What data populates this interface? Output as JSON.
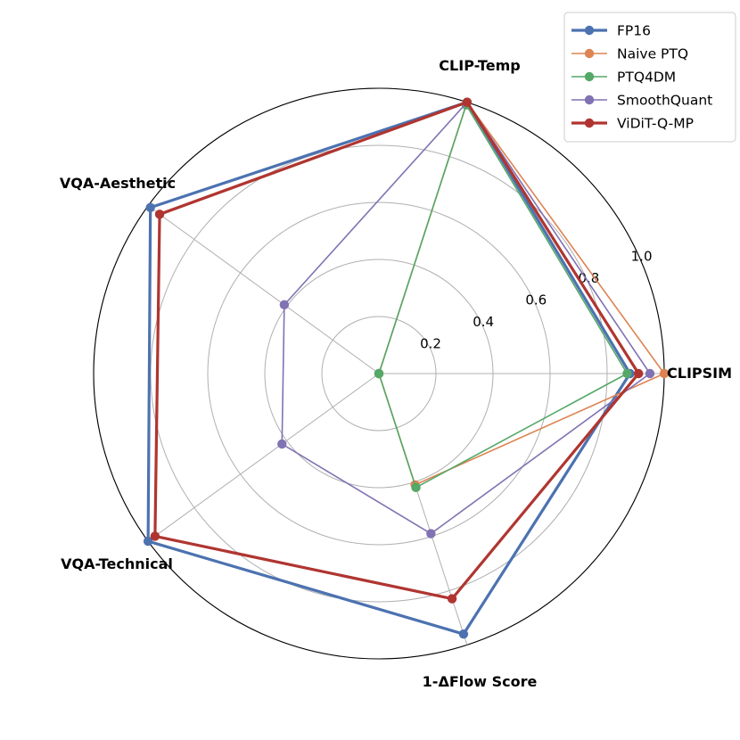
{
  "chart_data": {
    "type": "radar",
    "axes": [
      "CLIPSIM",
      "CLIP-Temp",
      "VQA-Aesthetic",
      "VQA-Technical",
      "1-ΔFlow Score"
    ],
    "rlim": [
      0,
      1.0
    ],
    "radial_ticks": [
      0.2,
      0.4,
      0.6,
      0.8,
      1.0
    ],
    "radial_tick_labels": [
      "0.2",
      "0.4",
      "0.6",
      "0.8",
      "1.0"
    ],
    "grid": true,
    "legend_position": "top-right",
    "series": [
      {
        "name": "FP16",
        "color": "#4c72b0",
        "line_width": 3.2,
        "values": [
          0.88,
          1.0,
          0.99,
          1.0,
          0.96
        ]
      },
      {
        "name": "Naive PTQ",
        "color": "#dd8452",
        "line_width": 1.6,
        "values": [
          1.0,
          1.0,
          0.0,
          0.0,
          0.41
        ]
      },
      {
        "name": "PTQ4DM",
        "color": "#55a868",
        "line_width": 1.6,
        "values": [
          0.87,
          0.99,
          0.0,
          0.0,
          0.42
        ]
      },
      {
        "name": "SmoothQuant",
        "color": "#8172b3",
        "line_width": 1.6,
        "values": [
          0.95,
          1.0,
          0.41,
          0.42,
          0.59
        ]
      },
      {
        "name": "ViDiT-Q-MP",
        "color": "#b03530",
        "line_width": 3.2,
        "values": [
          0.91,
          1.0,
          0.95,
          0.97,
          0.83
        ]
      }
    ]
  }
}
